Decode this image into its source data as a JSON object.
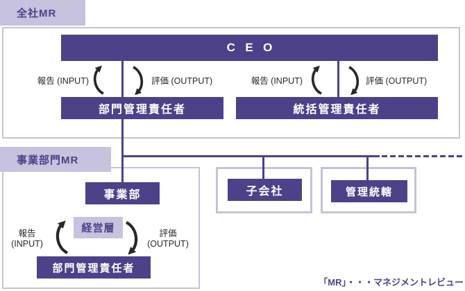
{
  "diagram": {
    "footnote": "「MR」・・・マネジメントレビュー",
    "company_mr": {
      "tab_label": "全社MR",
      "ceo_label": "CEO",
      "report_label": "報告 (INPUT)",
      "eval_label": "評価 (OUTPUT)",
      "dept_manager_label": "部門管理責任者",
      "general_manager_label": "統括管理責任者"
    },
    "division_mr": {
      "tab_label": "事業部門MR",
      "business_unit_label": "事業部",
      "management_label": "経営層",
      "report_label": "報告",
      "report_sub_label": "(INPUT)",
      "eval_label": "評価",
      "eval_sub_label": "(OUTPUT)",
      "dept_manager_label": "部門管理責任者",
      "subsidiary_label": "子会社",
      "admin_control_label": "管理統轄"
    },
    "colors": {
      "primary_purple": "#4d4189",
      "lavender": "#c7c2dd",
      "frame_border": "#c5c2d8",
      "arrow_black": "#2b2627"
    }
  }
}
